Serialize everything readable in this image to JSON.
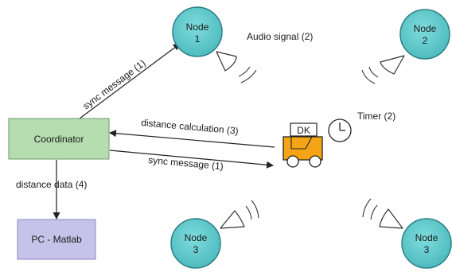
{
  "nodes": {
    "node1": {
      "line1": "Node",
      "line2": "1"
    },
    "node2": {
      "line1": "Node",
      "line2": "2"
    },
    "node3_left": {
      "line1": "Node",
      "line2": "3"
    },
    "node3_right": {
      "line1": "Node",
      "line2": "3"
    }
  },
  "boxes": {
    "coordinator": "Coordinator",
    "pc_matlab": "PC - Matlab",
    "dk": "DK"
  },
  "labels": {
    "audio_signal": "Audio signal (2)",
    "timer": "Timer (2)",
    "sync_message_node": "sync message (1)",
    "distance_calculation": "distance calculation (3)",
    "sync_message_dk": "sync message (1)",
    "distance_data": "distance data (4)"
  },
  "colors": {
    "node_fill": "#5ec8c8",
    "node_stroke": "#2e7f86",
    "coordinator_fill": "#b5ddb0",
    "coordinator_stroke": "#6f9a6a",
    "pc_fill": "#c6c3ea",
    "pc_stroke": "#8b87c0",
    "dk_body": "#f5a416",
    "dk_wheel": "#ffffff",
    "edge": "#222222"
  },
  "icons": {
    "speaker": "speaker-cone-icon",
    "timer": "clock-icon",
    "vehicle": "cart-icon"
  }
}
